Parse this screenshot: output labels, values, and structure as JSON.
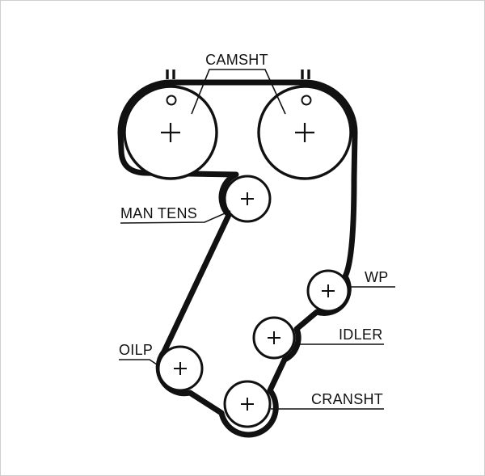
{
  "diagram": {
    "kind": "timing-belt-routing",
    "components": {
      "camshaft": {
        "label": "CAMSHT"
      },
      "manual_tensioner": {
        "label": "MAN TENS"
      },
      "water_pump": {
        "label": "WP"
      },
      "idler": {
        "label": "IDLER"
      },
      "oil_pump": {
        "label": "OILP"
      },
      "crankshaft": {
        "label": "CRANSHT"
      }
    },
    "colors": {
      "ink": "#111111",
      "background": "#ffffff",
      "border": "#cfcfcf"
    }
  }
}
